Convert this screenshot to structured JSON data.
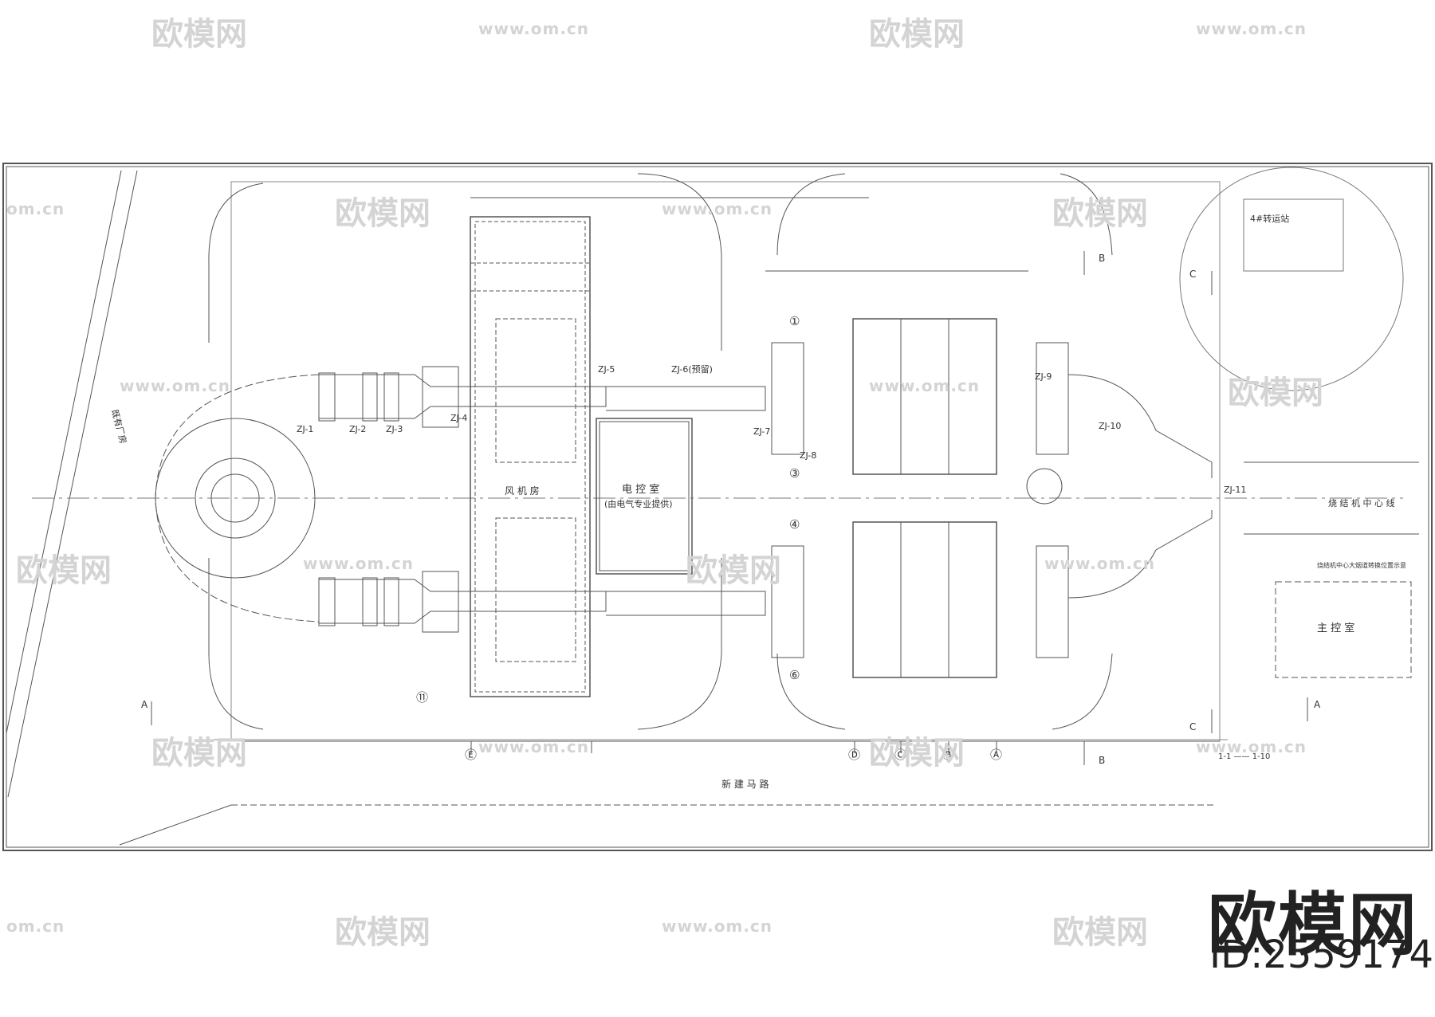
{
  "drawing": {
    "equipment_tags": [
      "ZJ-1",
      "ZJ-2",
      "ZJ-3",
      "ZJ-4",
      "ZJ-5",
      "ZJ-6(预留)",
      "ZJ-7",
      "ZJ-8",
      "ZJ-9",
      "ZJ-10",
      "ZJ-11"
    ],
    "rooms": {
      "fan_room": "风 机 房",
      "electric_room_title": "电 控 室",
      "electric_room_note": "(由电气专业提供)",
      "main_control": "主 控 室",
      "transfer_station": "4#转运站",
      "centerline": "烧 结 机 中 心 线",
      "centerline_note": "烧结机中心大烟道转换位置示意",
      "new_road": "新 建 马 路",
      "left_strip": "既有厂房"
    },
    "grid_bubbles": [
      "①",
      "③",
      "④",
      "⑥",
      "⑪",
      "Ⓔ",
      "Ⓓ",
      "Ⓒ",
      "Ⓑ",
      "Ⓐ"
    ],
    "section_marks": [
      "A",
      "B",
      "C"
    ],
    "axis_range": "1-1 —— 1-10"
  },
  "watermark": {
    "brand": "欧模网",
    "url": "www.om.cn",
    "url_short": "om.cn",
    "id_text": "ID:2559174"
  }
}
